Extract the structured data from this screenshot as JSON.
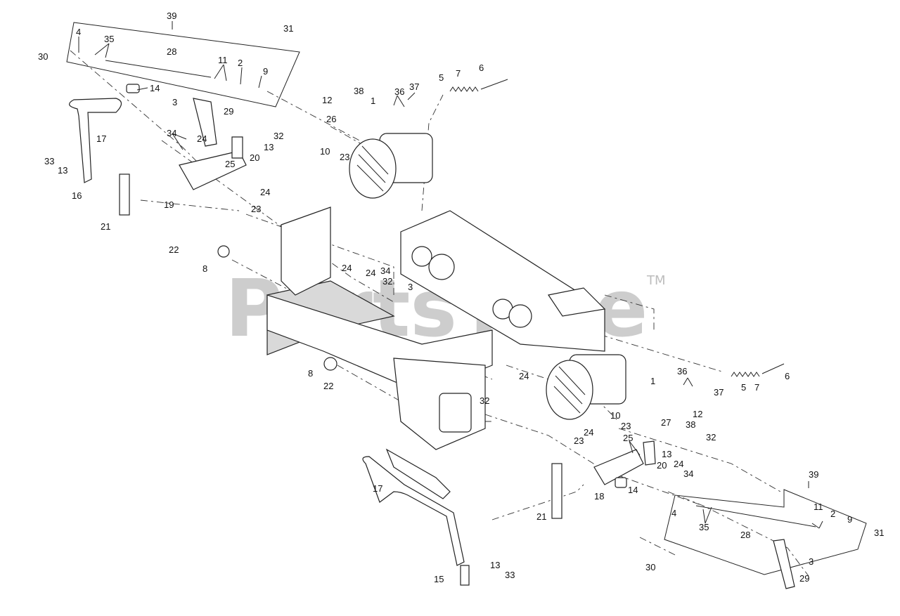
{
  "watermark": {
    "text": "PartsTree",
    "trademark": "TM"
  },
  "callouts": [
    {
      "id": "c39a",
      "text": "39"
    },
    {
      "id": "c31a",
      "text": "31"
    },
    {
      "id": "c4a",
      "text": "4"
    },
    {
      "id": "c35a",
      "text": "35"
    },
    {
      "id": "c30a",
      "text": "30"
    },
    {
      "id": "c28a",
      "text": "28"
    },
    {
      "id": "c11a",
      "text": "11"
    },
    {
      "id": "c2a",
      "text": "2"
    },
    {
      "id": "c9a",
      "text": "9"
    },
    {
      "id": "c14a",
      "text": "14"
    },
    {
      "id": "c3a",
      "text": "3"
    },
    {
      "id": "c29a",
      "text": "29"
    },
    {
      "id": "c17a",
      "text": "17"
    },
    {
      "id": "c34a",
      "text": "34"
    },
    {
      "id": "c24a",
      "text": "24"
    },
    {
      "id": "c32a",
      "text": "32"
    },
    {
      "id": "c13a",
      "text": "13"
    },
    {
      "id": "c20a",
      "text": "20"
    },
    {
      "id": "c25a",
      "text": "25"
    },
    {
      "id": "c33a",
      "text": "33"
    },
    {
      "id": "c13b",
      "text": "13"
    },
    {
      "id": "c16a",
      "text": "16"
    },
    {
      "id": "c24b",
      "text": "24"
    },
    {
      "id": "c19a",
      "text": "19"
    },
    {
      "id": "c23a",
      "text": "23"
    },
    {
      "id": "c21a",
      "text": "21"
    },
    {
      "id": "c22a",
      "text": "22"
    },
    {
      "id": "c8a",
      "text": "8"
    },
    {
      "id": "c12a",
      "text": "12"
    },
    {
      "id": "c38a",
      "text": "38"
    },
    {
      "id": "c1a",
      "text": "1"
    },
    {
      "id": "c36a",
      "text": "36"
    },
    {
      "id": "c37a",
      "text": "37"
    },
    {
      "id": "c5a",
      "text": "5"
    },
    {
      "id": "c7a",
      "text": "7"
    },
    {
      "id": "c6a",
      "text": "6"
    },
    {
      "id": "c26a",
      "text": "26"
    },
    {
      "id": "c10a",
      "text": "10"
    },
    {
      "id": "c23b",
      "text": "23"
    },
    {
      "id": "c24c",
      "text": "24"
    },
    {
      "id": "c24d",
      "text": "24"
    },
    {
      "id": "c34b",
      "text": "34"
    },
    {
      "id": "c32b",
      "text": "32"
    },
    {
      "id": "c3b",
      "text": "3"
    },
    {
      "id": "c8b",
      "text": "8"
    },
    {
      "id": "c22b",
      "text": "22"
    },
    {
      "id": "c24e",
      "text": "24"
    },
    {
      "id": "c32c",
      "text": "32"
    },
    {
      "id": "c5b",
      "text": "5"
    },
    {
      "id": "c7b",
      "text": "7"
    },
    {
      "id": "c6b",
      "text": "6"
    },
    {
      "id": "c36b",
      "text": "36"
    },
    {
      "id": "c37b",
      "text": "37"
    },
    {
      "id": "c1b",
      "text": "1"
    },
    {
      "id": "c10b",
      "text": "10"
    },
    {
      "id": "c12b",
      "text": "12"
    },
    {
      "id": "c23c",
      "text": "23"
    },
    {
      "id": "c27a",
      "text": "27"
    },
    {
      "id": "c38b",
      "text": "38"
    },
    {
      "id": "c24f",
      "text": "24"
    },
    {
      "id": "c23d",
      "text": "23"
    },
    {
      "id": "c25b",
      "text": "25"
    },
    {
      "id": "c32d",
      "text": "32"
    },
    {
      "id": "c13c",
      "text": "13"
    },
    {
      "id": "c20b",
      "text": "20"
    },
    {
      "id": "c24g",
      "text": "24"
    },
    {
      "id": "c34c",
      "text": "34"
    },
    {
      "id": "c17b",
      "text": "17"
    },
    {
      "id": "c18a",
      "text": "18"
    },
    {
      "id": "c14b",
      "text": "14"
    },
    {
      "id": "c39b",
      "text": "39"
    },
    {
      "id": "c21b",
      "text": "21"
    },
    {
      "id": "c4b",
      "text": "4"
    },
    {
      "id": "c35b",
      "text": "35"
    },
    {
      "id": "c11b",
      "text": "11"
    },
    {
      "id": "c2b",
      "text": "2"
    },
    {
      "id": "c9b",
      "text": "9"
    },
    {
      "id": "c28b",
      "text": "28"
    },
    {
      "id": "c31b",
      "text": "31"
    },
    {
      "id": "c30b",
      "text": "30"
    },
    {
      "id": "c3c",
      "text": "3"
    },
    {
      "id": "c29b",
      "text": "29"
    },
    {
      "id": "c15a",
      "text": "15"
    },
    {
      "id": "c13d",
      "text": "13"
    },
    {
      "id": "c33b",
      "text": "33"
    }
  ]
}
